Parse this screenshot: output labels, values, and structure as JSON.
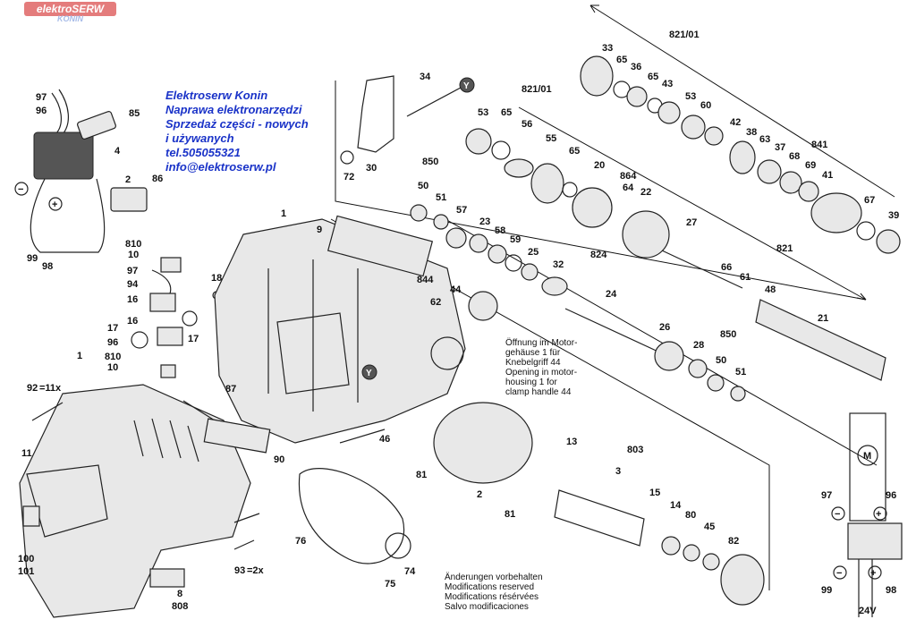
{
  "watermark": {
    "brand": "elektroSERW",
    "city": "KONIN"
  },
  "advert": {
    "lines": [
      "Elektroserw Konin",
      "Naprawa elektronarzędzi",
      "Sprzedaż części - nowych",
      "i używanych",
      "tel.505055321",
      "info@elektroserw.pl"
    ]
  },
  "notes": {
    "opening": [
      "Öffnung im Motor-",
      "gehäuse 1 für",
      "Knebelgriff 44",
      "Opening in motor-",
      "housing 1 for",
      "clamp handle 44"
    ],
    "modifications": [
      "Änderungen vorbehalten",
      "Modifications reserved",
      "Modifications résérvées",
      "Salvo modificaciones"
    ]
  },
  "labels": {
    "p97a": "97",
    "p96a": "96",
    "p85": "85",
    "p4": "4",
    "p86": "86",
    "p2": "2",
    "p99a": "99",
    "p98a": "98",
    "p810a": "810",
    "p10a": "10",
    "p97b": "97",
    "p94": "94",
    "p16a": "16",
    "p16b": "16",
    "p17a": "17",
    "p96b": "96",
    "p17b": "17",
    "p810b": "810",
    "p10b": "10",
    "p18": "18",
    "p1a": "1",
    "p92": "92",
    "p92q": "=11x",
    "p11": "11",
    "p100": "100",
    "p101": "101",
    "p808": "808",
    "p8": "8",
    "p93": "93",
    "p93q": "=2x",
    "p87": "87",
    "p90": "90",
    "p76": "76",
    "p75": "75",
    "p74": "74",
    "p46": "46",
    "p1b": "1",
    "p9": "9",
    "p72": "72",
    "p30": "30",
    "p34": "34",
    "y1": "Y",
    "y2": "Y",
    "p844": "844",
    "p44": "44",
    "p62": "62",
    "p850a": "850",
    "p50a": "50",
    "p51a": "51",
    "p57": "57",
    "p53a": "53",
    "p65a": "65",
    "p56": "56",
    "p55": "55",
    "p821b": "821/01",
    "p65b": "65",
    "p20": "20",
    "p864": "864",
    "p64": "64",
    "p22": "22",
    "p23": "23",
    "p58": "58",
    "p59": "59",
    "p25": "25",
    "p32": "32",
    "p824": "824",
    "p24": "24",
    "p26": "26",
    "p28": "28",
    "p27": "27",
    "p821c": "821",
    "p66": "66",
    "p61": "61",
    "p48": "48",
    "p21": "21",
    "p850b": "850",
    "p50b": "50",
    "p51b": "51",
    "p33": "33",
    "p65c": "65",
    "p36": "36",
    "p65d": "65",
    "p43": "43",
    "p53b": "53",
    "p60": "60",
    "p821a": "821/01",
    "p42": "42",
    "p38": "38",
    "p63": "63",
    "p37": "37",
    "p68": "68",
    "p69": "69",
    "p41": "41",
    "p841": "841",
    "p67": "67",
    "p39": "39",
    "p81a": "81",
    "p81b": "81",
    "p2b": "2",
    "p13": "13",
    "p803": "803",
    "p3": "3",
    "p15": "15",
    "p14": "14",
    "p80": "80",
    "p45": "45",
    "p82": "82",
    "p97c": "97",
    "p96c": "96",
    "p99b": "99",
    "p98b": "98",
    "pM": "M",
    "pV": "24V"
  },
  "symbols": {
    "minus": "−",
    "plus": "+"
  }
}
